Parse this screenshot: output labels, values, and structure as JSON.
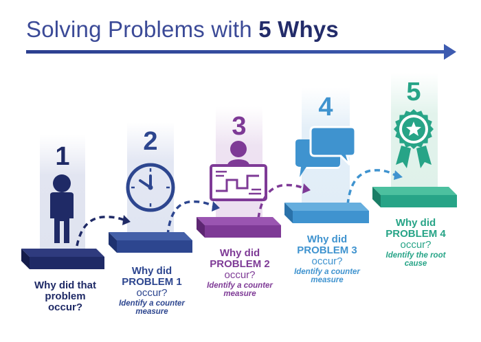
{
  "title": {
    "lead": "Solving Problems with",
    "emphasis": "5 Whys"
  },
  "colors": {
    "title_light": "#3b4a97",
    "title_bold": "#232c6a",
    "step1": "#1f2a66",
    "step2": "#2d468f",
    "step3": "#7e3a96",
    "step4": "#3f93cf",
    "step5": "#27a487"
  },
  "steps": [
    {
      "number": "1",
      "icon": "person-icon",
      "q1": "Why did that",
      "q2": "problem",
      "q3": "occur?",
      "note": ""
    },
    {
      "number": "2",
      "icon": "clock-icon",
      "q1": "Why did",
      "q2": "PROBLEM 1",
      "q3": "occur?",
      "note": "Identify a counter measure"
    },
    {
      "number": "3",
      "icon": "presenter-icon",
      "q1": "Why did",
      "q2": "PROBLEM 2",
      "q3": "occur?",
      "note": "Identify a counter measure"
    },
    {
      "number": "4",
      "icon": "chat-bubbles-icon",
      "q1": "Why did",
      "q2": "PROBLEM 3",
      "q3": "occur?",
      "note": "Identify a counter measure"
    },
    {
      "number": "5",
      "icon": "award-ribbon-icon",
      "q1": "Why did",
      "q2": "PROBLEM 4",
      "q3": "occur?",
      "note": "Identify the root cause"
    }
  ]
}
